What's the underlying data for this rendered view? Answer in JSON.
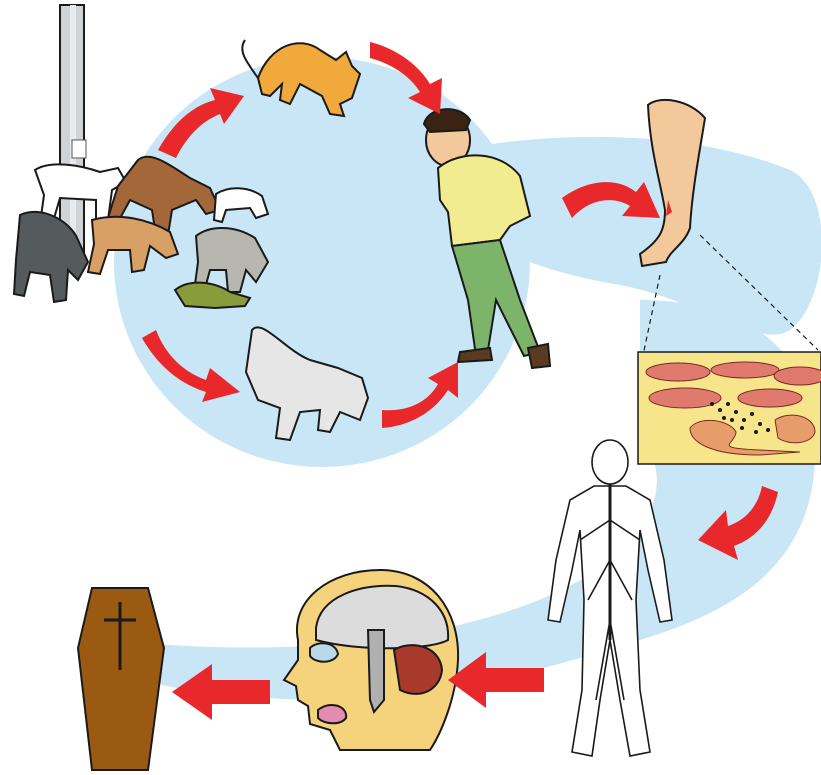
{
  "colors": {
    "background": "#ffffff",
    "path_fill": "#c9e6f6",
    "arrow": "#e8282b",
    "outline": "#1a1a1a",
    "cat": "#f2a93b",
    "shirt": "#f1ec8f",
    "trousers": "#7cb56a",
    "skin": "#f3c89b",
    "tissue_bg": "#f7e58c",
    "muscle_cell": "#e07a6e",
    "coffin": "#9a5a12",
    "brain_grey": "#dcdcdc",
    "brain_red": "#a93a2b"
  },
  "stages": [
    {
      "id": "stray-dog-pack",
      "icon": "dog-pack-icon"
    },
    {
      "id": "cat",
      "icon": "angry-cat-icon"
    },
    {
      "id": "rabid-dog",
      "icon": "rabid-dog-icon"
    },
    {
      "id": "human-victim",
      "icon": "man-icon"
    },
    {
      "id": "bitten-leg",
      "icon": "bitten-leg-icon"
    },
    {
      "id": "wound-tissue",
      "icon": "virus-tissue-icon"
    },
    {
      "id": "nervous-system",
      "icon": "nervous-system-icon"
    },
    {
      "id": "brain",
      "icon": "brain-icon"
    },
    {
      "id": "coffin",
      "icon": "coffin-icon"
    }
  ],
  "arrows": [
    {
      "from": "stray-dog-pack",
      "to": "cat"
    },
    {
      "from": "cat",
      "to": "human-victim"
    },
    {
      "from": "stray-dog-pack",
      "to": "rabid-dog"
    },
    {
      "from": "rabid-dog",
      "to": "human-victim"
    },
    {
      "from": "human-victim",
      "to": "bitten-leg"
    },
    {
      "from": "wound-tissue",
      "to": "nervous-system"
    },
    {
      "from": "nervous-system",
      "to": "brain"
    },
    {
      "from": "brain",
      "to": "coffin"
    }
  ]
}
